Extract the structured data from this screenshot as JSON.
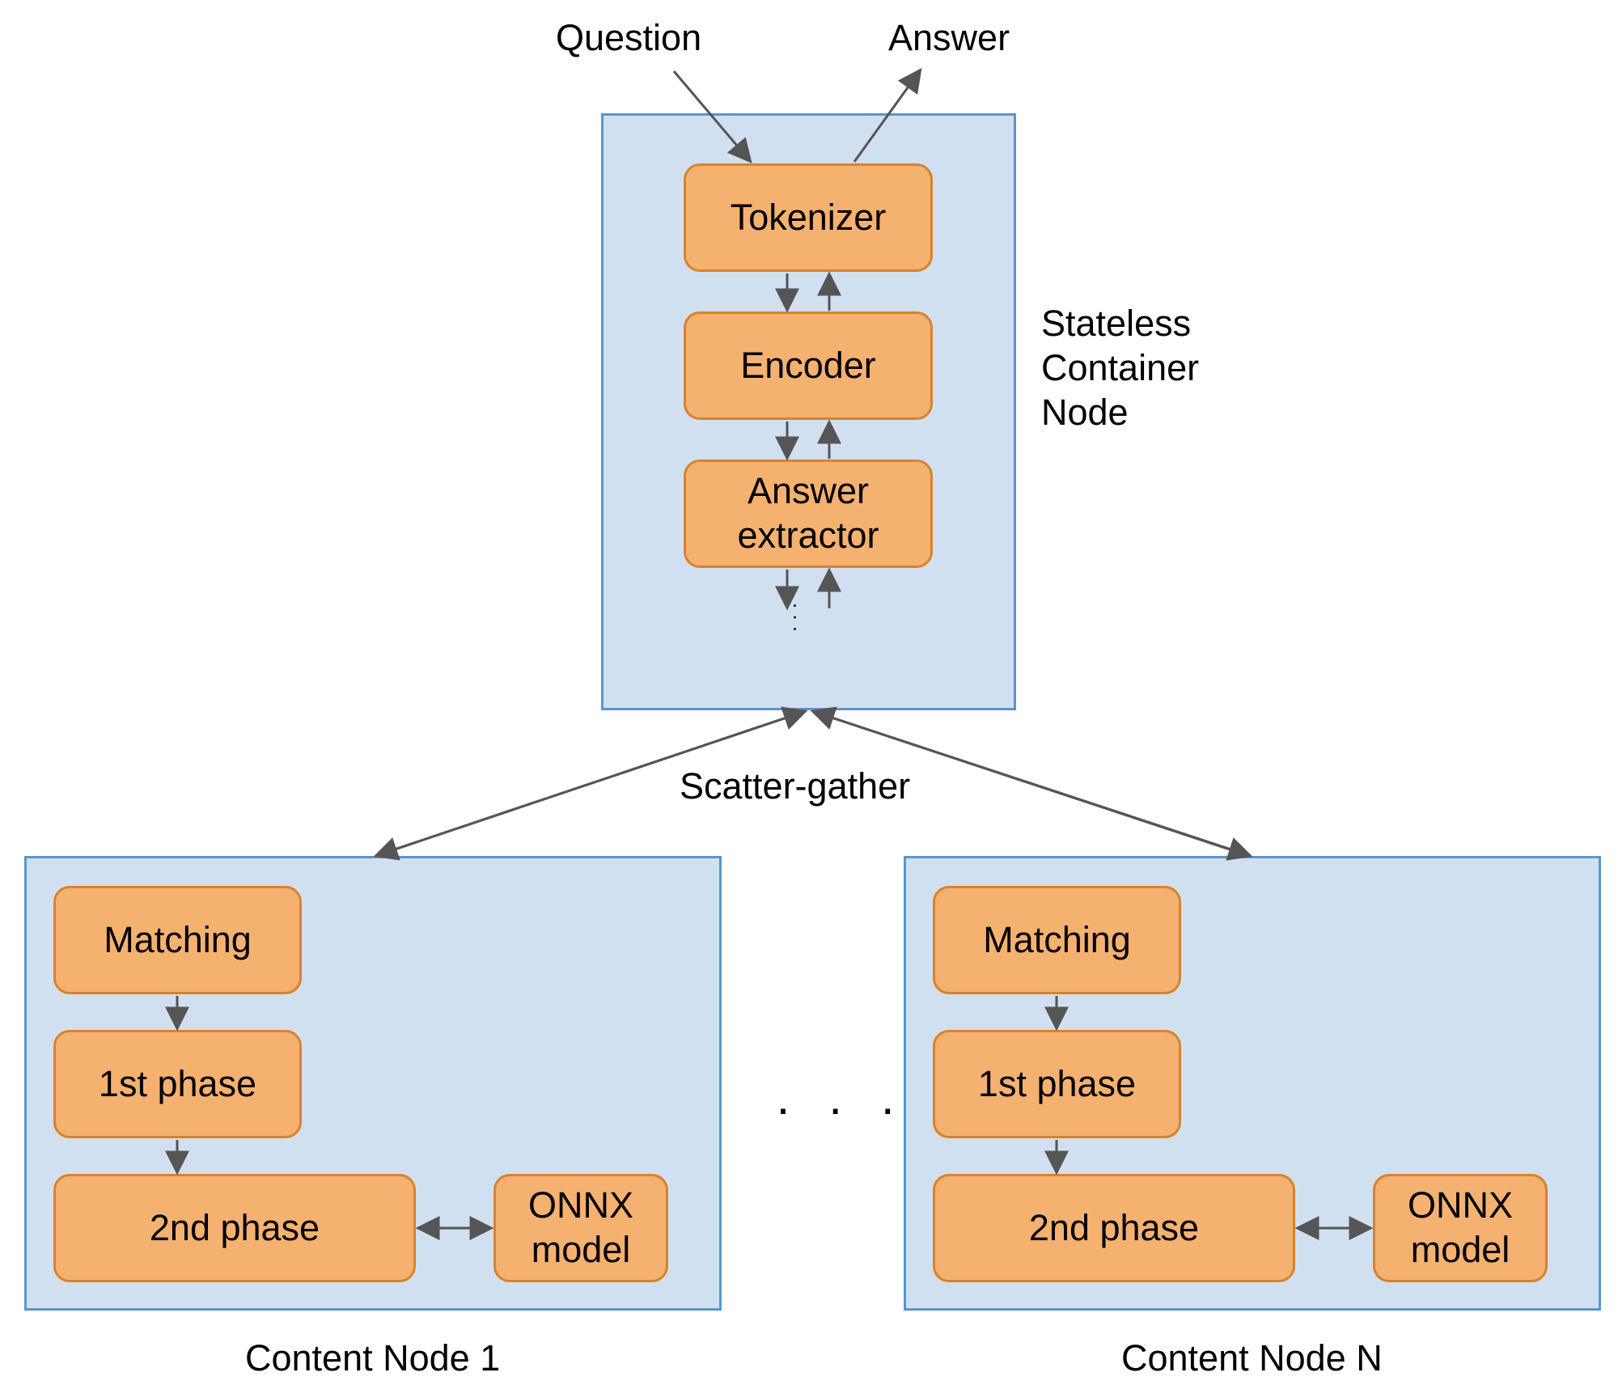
{
  "io": {
    "question": "Question",
    "answer": "Answer"
  },
  "container_node": {
    "label": "Stateless\nContainer\nNode",
    "components": [
      "Tokenizer",
      "Encoder",
      "Answer\nextractor"
    ],
    "ellipsis": ". . ."
  },
  "scatter_gather_label": "Scatter-gather",
  "content_nodes": [
    {
      "label": "Content Node 1",
      "matching": "Matching",
      "phase1": "1st phase",
      "phase2": "2nd phase",
      "model": "ONNX\nmodel"
    },
    {
      "label": "Content Node N",
      "matching": "Matching",
      "phase1": "1st phase",
      "phase2": "2nd phase",
      "model": "ONNX\nmodel"
    }
  ],
  "between_nodes_ellipsis": "· · ·",
  "colors": {
    "box_fill": "#d1e0f1",
    "box_border": "#5b95c9",
    "component_fill": "#f4b16f",
    "component_border": "#d9822b",
    "arrow": "#555555"
  }
}
